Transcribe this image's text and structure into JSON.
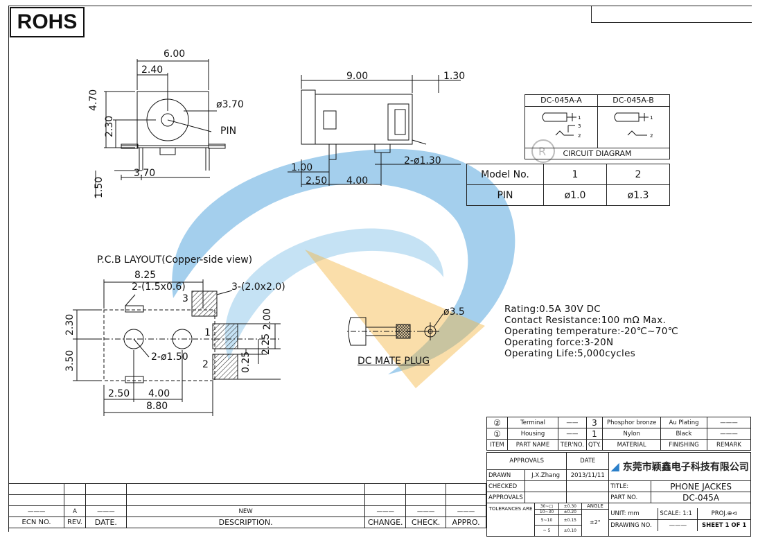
{
  "rohs": "ROHS",
  "front_view": {
    "width": "6.00",
    "offset": "2.40",
    "height": "4.70",
    "center_height": "2.30",
    "hole_dia": "ø3.70",
    "pin_label": "PIN",
    "pin_spacing": "3.70",
    "pin_length": "1.50"
  },
  "side_view": {
    "length": "9.00",
    "protrusion": "1.30",
    "pin_offset": "1.00",
    "pin_a": "2.50",
    "pin_b": "4.00",
    "pin_dia": "2-ø1.30"
  },
  "circuit": {
    "col_a": "DC-045A-A",
    "col_b": "DC-045A-B",
    "caption": "CIRCUIT  DIAGRAM",
    "pins": [
      "1",
      "3",
      "2",
      "1",
      "2"
    ]
  },
  "pin_table": {
    "header": [
      "Model  No.",
      "1",
      "2"
    ],
    "row": [
      "PIN",
      "ø1.0",
      "ø1.3"
    ]
  },
  "pcb": {
    "title": "P.C.B  LAYOUT(Copper-side  view)",
    "width": "8.25",
    "slot": "2-(1.5x0.6)",
    "pad": "3-(2.0x2.0)",
    "pad3": "3",
    "pad1": "1",
    "pad2": "2",
    "h_top": "2.30",
    "h_bottom": "3.50",
    "hole": "2-ø1.50",
    "dim_200": "2.00",
    "dim_225": "2.25",
    "dim_025": "0.25",
    "bot_a": "2.50",
    "bot_b": "4.00",
    "bot_total": "8.80"
  },
  "plug": {
    "dia": "ø3.5",
    "label": "DC  MATE  PLUG"
  },
  "rating": [
    "Rating:0.5A  30V  DC",
    "Contact  Resistance:100  mΩ  Max.",
    "Operating  temperature:-20℃~70℃",
    "Operating  force:3-20N",
    "Operating  Life:5,000cycles"
  ],
  "bom": {
    "rows": [
      {
        "item": "②",
        "name": "Terminal",
        "ter": "——",
        "qty": "3",
        "material": "Phosphor bronze",
        "finish": "Au Plating",
        "remark": "———"
      },
      {
        "item": "①",
        "name": "Housing",
        "ter": "——",
        "qty": "1",
        "material": "Nylon",
        "finish": "Black",
        "remark": "———"
      }
    ],
    "header": {
      "item": "ITEM",
      "name": "PART  NAME",
      "ter": "TER'NO.",
      "qty": "QTY.",
      "material": "MATERIAL",
      "finish": "FINISHING",
      "remark": "REMARK"
    }
  },
  "title_block": {
    "approvals": "APPROVALS",
    "date": "DATE",
    "company": "东莞市颖鑫电子科技有限公司",
    "drawn": "DRAWN",
    "drawn_by": "J.X.Zhang",
    "drawn_date": "2013/11/11",
    "checked": "CHECKED",
    "approvals2": "APPROVALS",
    "title_lbl": "TITLE:",
    "title": "PHONE  JACKES",
    "part_lbl": "PART  NO.",
    "part": "DC-045A",
    "tol_lbl": "TOLERANCES  ARE",
    "tol_ranges": [
      "30~□",
      "10~30",
      "5~10",
      "~ 5"
    ],
    "tol_vals": [
      "±0.30",
      "±0.20",
      "±0.15",
      "±0.10"
    ],
    "angle": "ANGLE",
    "angle_val": "±2°",
    "unit": "UNIT:  mm",
    "scale": "SCALE:   1:1",
    "proj": "PROJ.",
    "drawing_no": "DRAWING  NO.",
    "drawing_val": "———",
    "sheet": "SHEET   1  OF  1"
  },
  "revision": {
    "row_a": {
      "rev": "A",
      "date": "———",
      "desc": "NEW",
      "change": "———",
      "check": "———",
      "appro": "———",
      "ecn": "———"
    },
    "headers": {
      "ecn": "ECN  NO.",
      "rev": "REV.",
      "date": "DATE.",
      "desc": "DESCRIPTION.",
      "change": "CHANGE.",
      "check": "CHECK.",
      "appro": "APPRO."
    }
  },
  "colors": {
    "watermark_blue": "#5aa7de",
    "watermark_orange": "#f5b642",
    "hatch": "#333333"
  }
}
